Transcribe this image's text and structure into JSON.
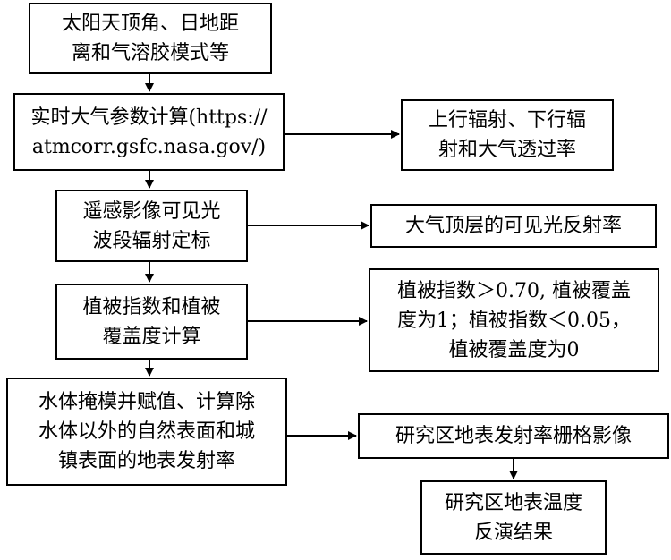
{
  "nodes": {
    "inputs": {
      "lines": [
        "太阳天顶角、日地距",
        "离和气溶胶模式等"
      ]
    },
    "atm_calc": {
      "lines": [
        "实时大气参数计算(https://",
        "atmcorr.gsfc.nasa.gov/)"
      ]
    },
    "radiance": {
      "lines": [
        "上行辐射、下行辐",
        "射和大气透过率"
      ]
    },
    "calibration": {
      "lines": [
        "遥感影像可见光",
        "波段辐射定标"
      ]
    },
    "toa": {
      "lines": [
        "大气顶层的可见光反射率"
      ]
    },
    "ndvi": {
      "lines": [
        "植被指数和植被",
        "覆盖度计算"
      ]
    },
    "ndvi_rule": {
      "lines": [
        "植被指数＞0.70, 植被覆盖",
        "度为1；植被指数＜0.05，",
        "植被覆盖度为0"
      ]
    },
    "water": {
      "lines": [
        "水体掩模并赋值、计算除",
        "水体以外的自然表面和城",
        "镇表面的地表发射率"
      ]
    },
    "emissivity": {
      "lines": [
        "研究区地表发射率栅格影像"
      ]
    },
    "lst": {
      "lines": [
        "研究区地表温度",
        "反演结果"
      ]
    }
  }
}
